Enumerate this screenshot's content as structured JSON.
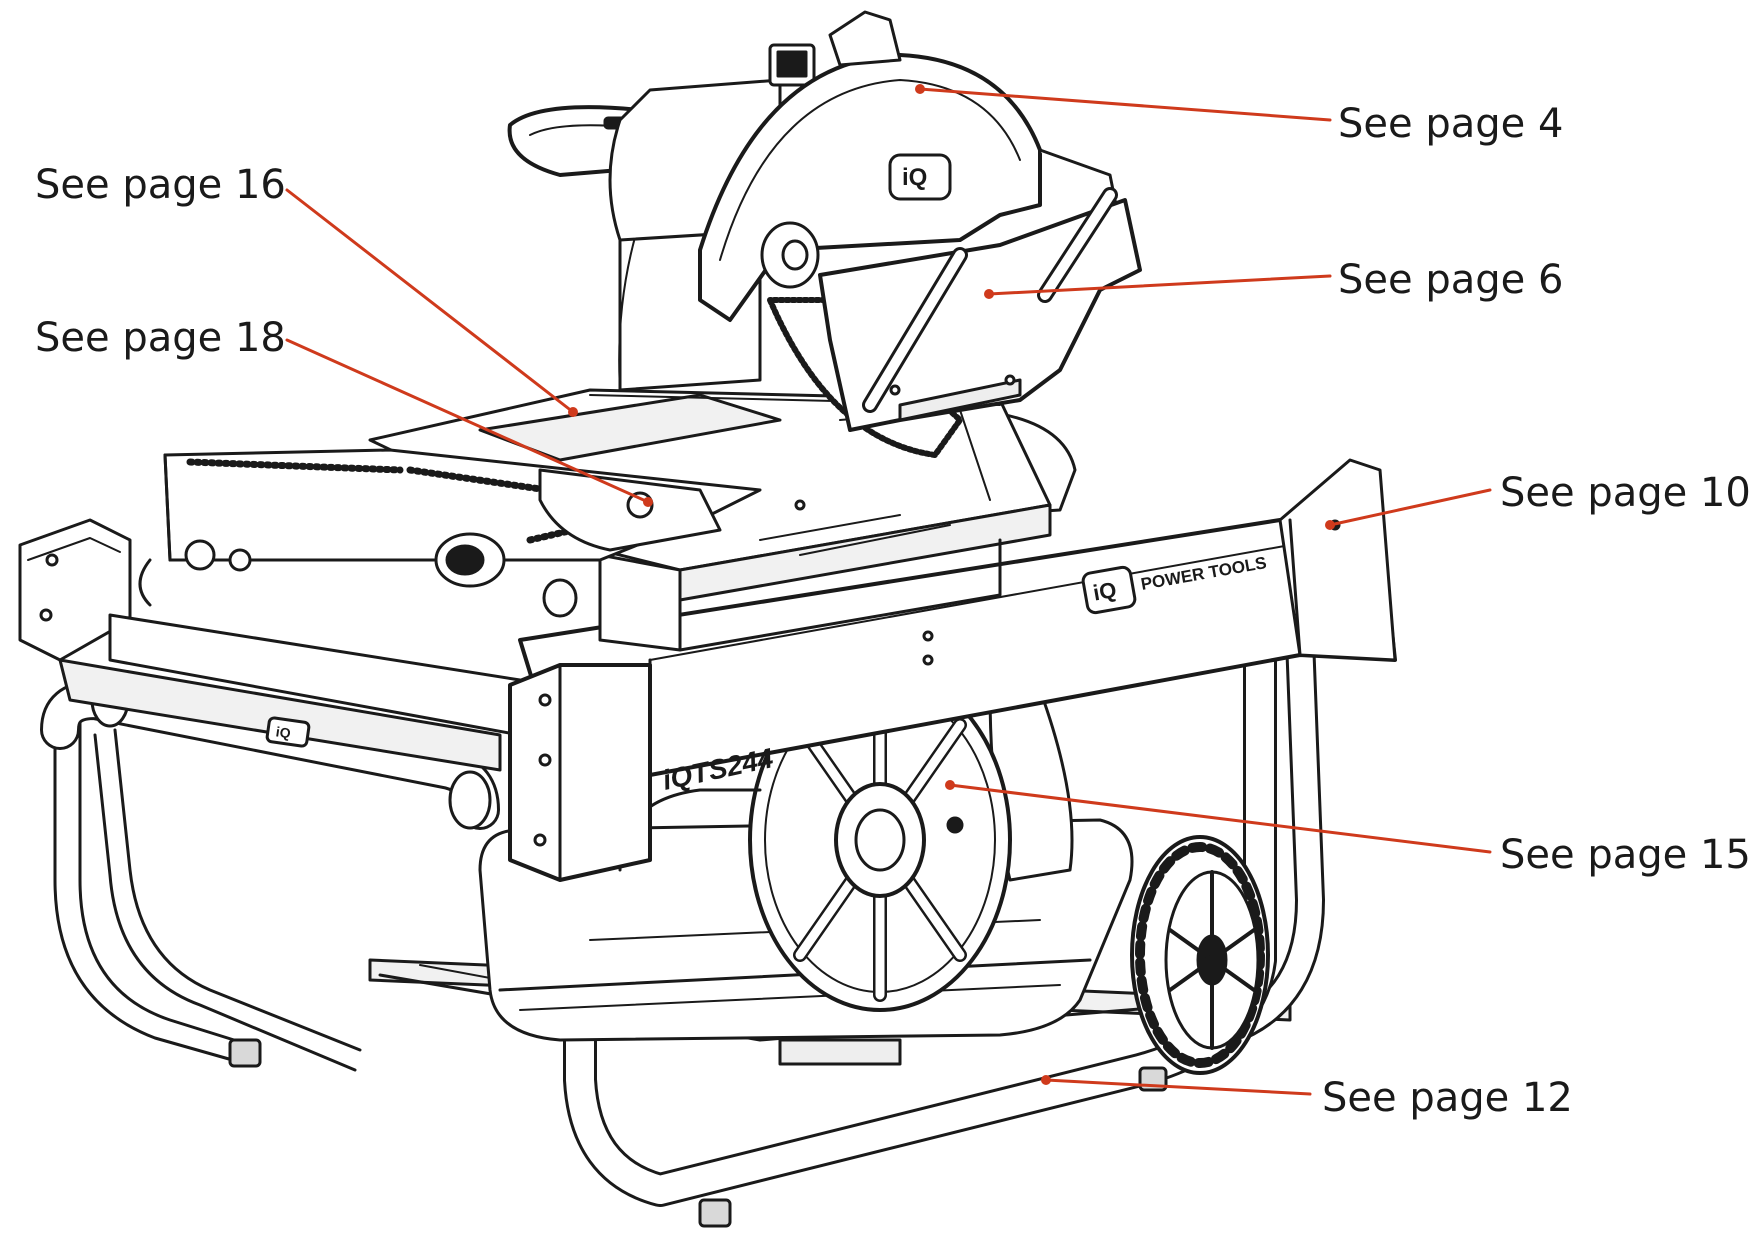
{
  "product": {
    "model": "iQTS244",
    "brand_badge": "iQ",
    "brand_text": "POWER TOOLS"
  },
  "callouts": [
    {
      "id": "page-4",
      "label": "See page 4"
    },
    {
      "id": "page-6",
      "label": "See page 6"
    },
    {
      "id": "page-10",
      "label": "See page 10"
    },
    {
      "id": "page-12",
      "label": "See page 12"
    },
    {
      "id": "page-15",
      "label": "See page 15"
    },
    {
      "id": "page-16",
      "label": "See page 16"
    },
    {
      "id": "page-18",
      "label": "See page 18"
    }
  ],
  "colors": {
    "leader": "#cf3a1c",
    "outline": "#1a1a1a",
    "fill": "#ffffff",
    "shade": "#e9e9e9"
  }
}
